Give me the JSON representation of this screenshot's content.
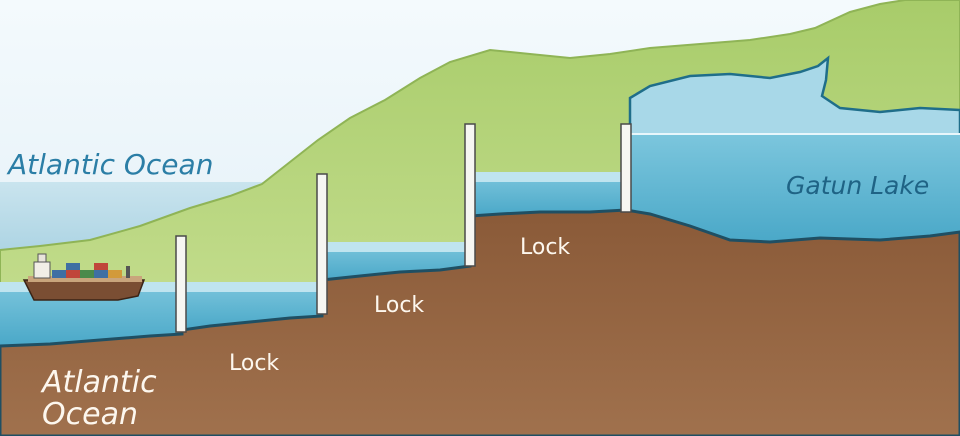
{
  "labels": {
    "sea_top": "Atlantic Ocean",
    "sea_bottom_line1": "Atlantic",
    "sea_bottom_line2": "Ocean",
    "lake": "Gatun Lake",
    "lock_1": "Lock",
    "lock_2": "Lock",
    "lock_3": "Lock"
  },
  "colors": {
    "sky": "#e6f3fa",
    "distant_sea": "#b9dbe8",
    "hill": "#b9d67a",
    "hill_edge": "#8fb456",
    "water": "#5fb6d3",
    "water_light": "#9dd5e6",
    "water_edge": "#1f6e8a",
    "earth": "#8c5e3c",
    "earth_dark": "#6e4428",
    "gate": "#f6f6f2",
    "text_blue": "#2b7ea6",
    "text_white": "#fdf7ee"
  },
  "icons": {
    "ship": "container-ship-icon"
  }
}
